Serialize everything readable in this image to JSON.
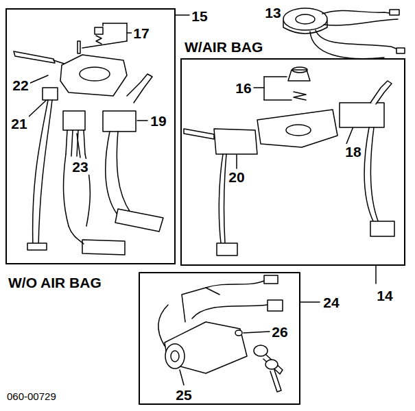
{
  "diagram": {
    "nodes": [
      {
        "text": [
          "W/O AIR BAG"
        ]
      },
      {
        "text": [
          "W/AIR BAG"
        ]
      }
    ],
    "labels": [
      "15",
      "13",
      "17",
      "22",
      "21",
      "19",
      "23",
      "16",
      "18",
      "20",
      "14",
      "24",
      "26",
      "25",
      "060-00729"
    ]
  }
}
